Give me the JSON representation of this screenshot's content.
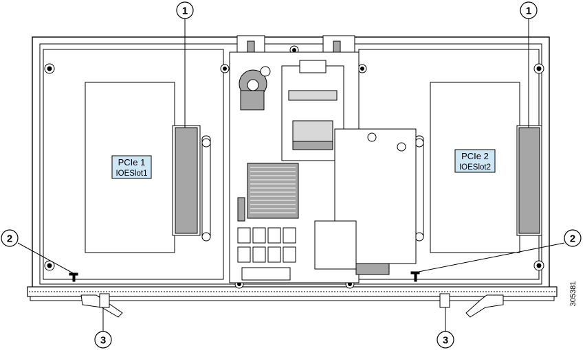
{
  "slots": {
    "left": {
      "title": "PCIe 1",
      "subtitle": "IOESlot1"
    },
    "right": {
      "title": "PCIe 2",
      "subtitle": "IOESlot2"
    }
  },
  "callouts": {
    "one_left": "1",
    "one_right": "1",
    "two_left": "2",
    "two_right": "2",
    "three_left": "3",
    "three_right": "3"
  },
  "figure_id": "305381",
  "colors": {
    "label_fill": "#cfe6f5",
    "line": "#000000",
    "chassis": "#ffffff",
    "component_gray": "#a6a6a6"
  }
}
